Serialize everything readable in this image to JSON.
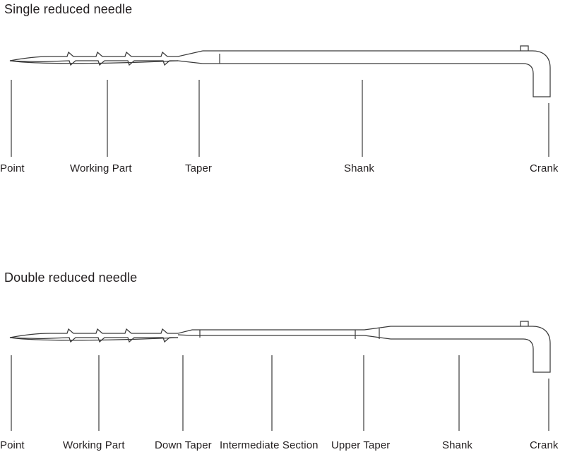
{
  "figures": [
    {
      "id": "single-reduced-needle",
      "title": "Single reduced needle",
      "labels": [
        {
          "name": "point",
          "text": "Point"
        },
        {
          "name": "working-part",
          "text": "Working Part"
        },
        {
          "name": "taper",
          "text": "Taper"
        },
        {
          "name": "shank",
          "text": "Shank"
        },
        {
          "name": "crank",
          "text": "Crank"
        }
      ]
    },
    {
      "id": "double-reduced-needle",
      "title": "Double reduced needle",
      "labels": [
        {
          "name": "point",
          "text": "Point"
        },
        {
          "name": "working-part",
          "text": "Working Part"
        },
        {
          "name": "down-taper",
          "text": "Down Taper"
        },
        {
          "name": "intermediate-section",
          "text": "Intermediate Section"
        },
        {
          "name": "upper-taper",
          "text": "Upper Taper"
        },
        {
          "name": "shank",
          "text": "Shank"
        },
        {
          "name": "crank",
          "text": "Crank"
        }
      ]
    }
  ],
  "style": {
    "stroke_color": "#3a3a3a",
    "text_color": "#231f20",
    "background": "#ffffff"
  }
}
